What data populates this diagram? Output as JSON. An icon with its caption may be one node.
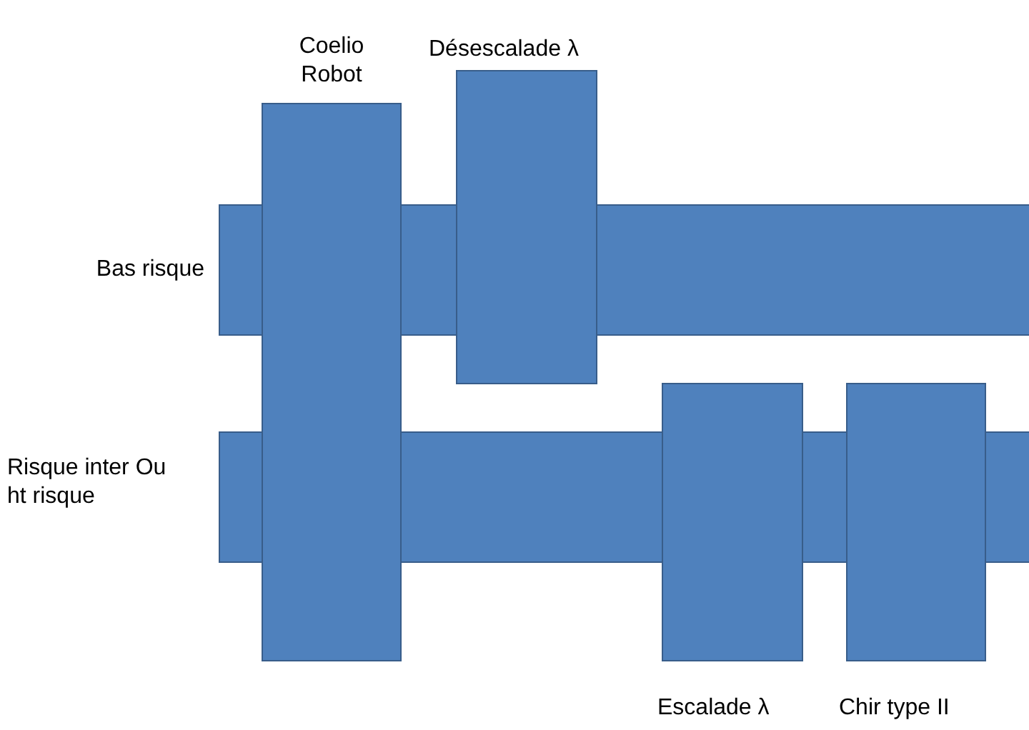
{
  "diagram": {
    "nodes": [
      {
        "text": [
          "Bas risque"
        ]
      },
      {
        "text": [
          "Risque inter Ou ht risque"
        ]
      },
      {
        "text": [
          "Coelio Robot"
        ]
      },
      {
        "text": [
          "Désescalade λ"
        ]
      },
      {
        "text": [
          "Escalade λ"
        ]
      },
      {
        "text": [
          "Chir type II"
        ]
      }
    ],
    "edges": []
  }
}
